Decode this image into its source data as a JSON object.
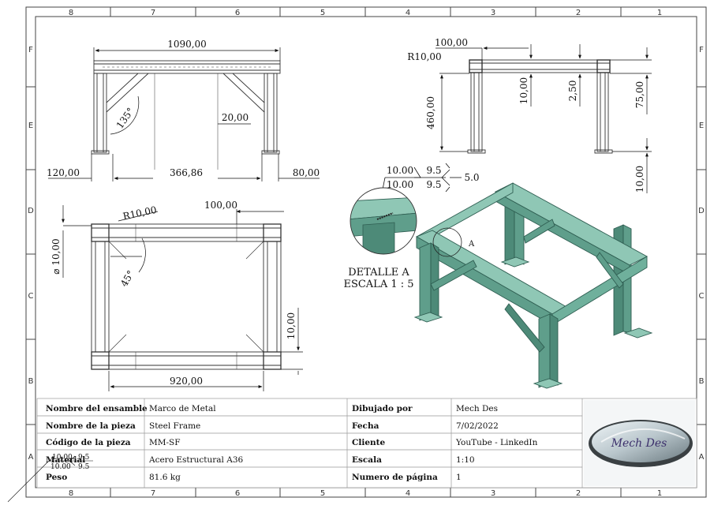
{
  "zones": {
    "columns": [
      "8",
      "7",
      "6",
      "5",
      "4",
      "3",
      "2",
      "1"
    ],
    "rows": [
      "F",
      "E",
      "D",
      "C",
      "B",
      "A"
    ]
  },
  "front_view": {
    "overall_width": "1090,00",
    "angle": "135°",
    "brace_dim": "20,00",
    "left_offset": "120,00",
    "center_span": "366,86",
    "right_offset": "80,00"
  },
  "side_view": {
    "top_dim": "100,00",
    "radius": "R10,00",
    "height": "460,00",
    "plate_thk": "10,00",
    "small_dim": "2,50",
    "top_height": "75,00",
    "base_thk": "10,00"
  },
  "top_view": {
    "radius": "R10,00",
    "diameter": "⌀ 10,00",
    "top_dim": "100,00",
    "angle": "45°",
    "side_dim": "10,00",
    "bottom_width": "920,00"
  },
  "weld": {
    "line1": "10.00",
    "line1b": "9.5",
    "line2": "10.00",
    "line2b": "9.5",
    "size": "5.0"
  },
  "detail": {
    "title": "DETALLE A",
    "scale": "ESCALA 1 : 5",
    "callout": "A"
  },
  "title_block": {
    "rows": [
      {
        "label": "Nombre del ensamble",
        "value": "Marco de Metal",
        "label2": "Dibujado por",
        "value2": "Mech Des"
      },
      {
        "label": "Nombre de la pieza",
        "value": "Steel Frame",
        "label2": "Fecha",
        "value2": "7/02/2022"
      },
      {
        "label": "Código de la pieza",
        "value": "MM-SF",
        "label2": "Cliente",
        "value2": "YouTube - LinkedIn"
      },
      {
        "label": "Material",
        "value": "Acero Estructural A36",
        "label2": "Escala",
        "value2": "1:10"
      },
      {
        "label": "Peso",
        "value": "81.6 kg",
        "label2": "Numero de página",
        "value2": "1"
      }
    ],
    "material_overlay_1": "10.00",
    "material_overlay_1b": "9.5",
    "material_overlay_2": "10.00",
    "material_overlay_2b": "9.5",
    "logo_text": "Mech Des"
  },
  "colors": {
    "frame_fill": "#5f9e8b",
    "frame_dark": "#2f5e52",
    "frame_light": "#8fc7b5",
    "line": "#222222"
  }
}
